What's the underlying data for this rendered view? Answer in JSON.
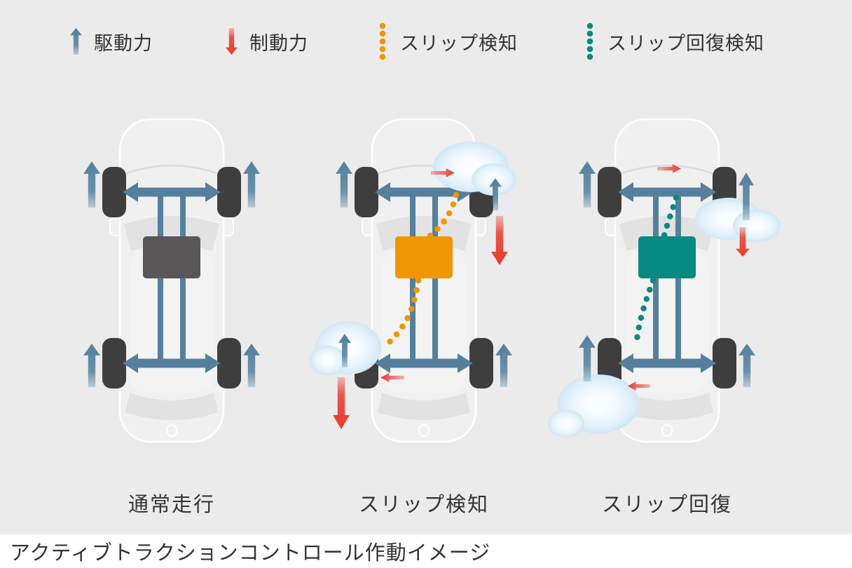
{
  "colors": {
    "bg": "#ebebeb",
    "carBody": "#f0f0f0",
    "carRoof": "#f3f3f3",
    "carGlass": "#e2e2e2",
    "carLine": "#dcdcdc",
    "carStroke": "#ffffff",
    "wheel": "#3e3e3e",
    "drive": "#54809d",
    "brake": "#e73a2d",
    "slip": "#f09600",
    "recover": "#088a83",
    "ecuNormal": "#585656",
    "text": "#333333",
    "captionBg": "#ffffff"
  },
  "legend": {
    "items": [
      {
        "icon": "drive-force-up-arrow-icon",
        "label": "駆動力"
      },
      {
        "icon": "brake-force-down-arrow-icon",
        "label": "制動力"
      },
      {
        "icon": "slip-detect-dotted-line-icon",
        "label": "スリップ検知"
      },
      {
        "icon": "slip-recovery-dotted-line-icon",
        "label": "スリップ回復検知"
      }
    ]
  },
  "panels": [
    {
      "id": "normal",
      "label": "通常走行",
      "ecu_color": "#585656"
    },
    {
      "id": "slip-detected",
      "label": "スリップ検知",
      "ecu_color": "#f09600"
    },
    {
      "id": "slip-recovery",
      "label": "スリップ回復",
      "ecu_color": "#088a83"
    }
  ],
  "caption": "アクティブトラクションコントロール作動イメージ"
}
